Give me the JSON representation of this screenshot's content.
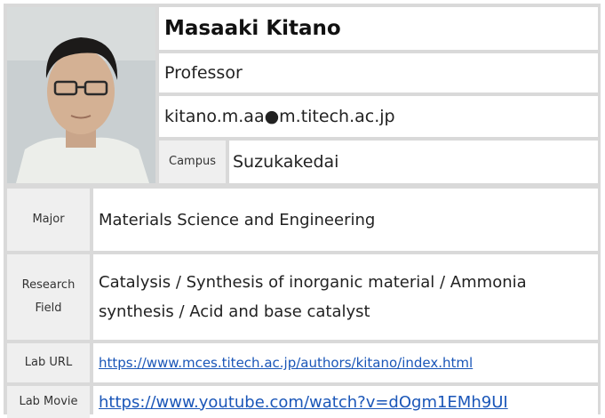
{
  "profile": {
    "name": "Masaaki Kitano",
    "position": "Professor",
    "email": "kitano.m.aa●m.titech.ac.jp",
    "campus_label": "Campus",
    "campus": "Suzukakedai",
    "photo_icon": "person-portrait-icon"
  },
  "details": {
    "major_label": "Major",
    "major": "Materials Science and Engineering",
    "field_label_line1": "Research",
    "field_label_line2": "Field",
    "field": "Catalysis / Synthesis of inorganic material / Ammonia synthesis / Acid and base catalyst",
    "lab_url_label": "Lab URL",
    "lab_url": "https://www.mces.titech.ac.jp/authors/kitano/index.html",
    "lab_movie_label": "Lab Movie",
    "lab_movie": "https://www.youtube.com/watch?v=dOgm1EMh9UI"
  },
  "colors": {
    "label_bg": "#efefef",
    "border": "#d9d9d9",
    "link": "#1a56b8"
  }
}
